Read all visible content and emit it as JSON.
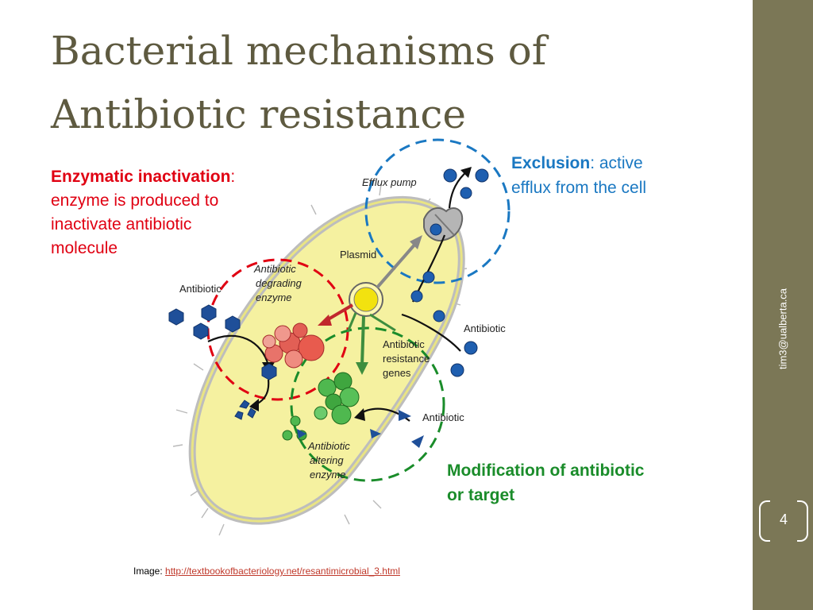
{
  "slide": {
    "title_line1": "Bacterial mechanisms of",
    "title_line2": "Antibiotic resistance",
    "side_text": "tim3@ualberta.ca",
    "page_number": "4"
  },
  "captions": {
    "enzymatic": {
      "head": "Enzymatic inactivation",
      "sep": ":",
      "body": "enzyme is produced to inactivate antibiotic molecule"
    },
    "exclusion": {
      "head": "Exclusion",
      "sep": ":",
      "body": " active efflux from the cell"
    },
    "modification": {
      "text": "Modification of antibiotic or target"
    }
  },
  "credit": {
    "prefix": "Image: ",
    "link": "http://textbookofbacteriology.net/resantimicrobial_3.html"
  },
  "diagram_labels": {
    "efflux_pump": "Efflux pump",
    "plasmid": "Plasmid",
    "antibiotic_left": "Antibiotic",
    "antibiotic_right_top": "Antibiotic",
    "antibiotic_right_bottom": "Antibiotic",
    "degrading_enzyme": [
      "Antibiotic",
      "degrading",
      "enzyme"
    ],
    "resistance_genes": [
      "Antibiotic",
      "resistance",
      "genes"
    ],
    "altering_enzyme": [
      "Antibiotic",
      "altering",
      "enzyme"
    ]
  },
  "colors": {
    "title": "#5e5a40",
    "sidebar": "#7b7756",
    "red": "#e00012",
    "blue": "#1a78c2",
    "green": "#1a8c2a",
    "cell_fill": "#f5f1a0",
    "molecule": "#1f4f99"
  }
}
